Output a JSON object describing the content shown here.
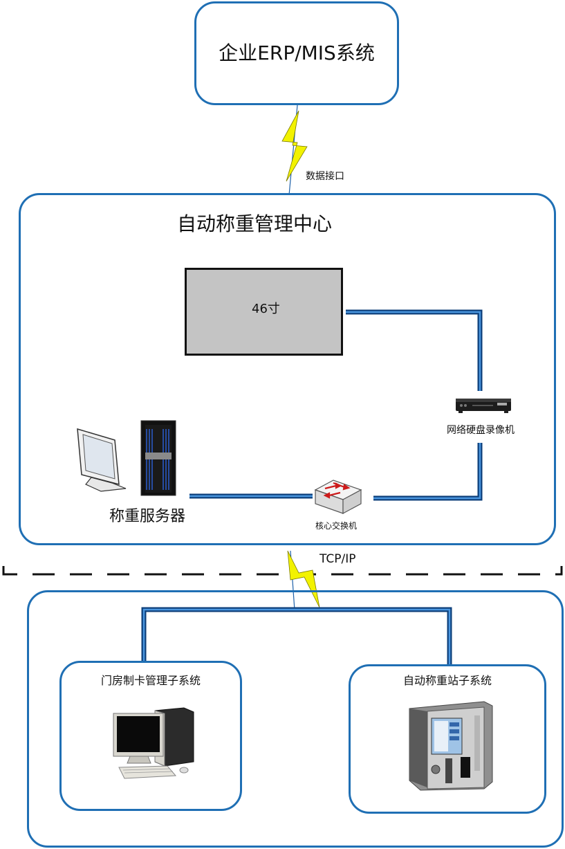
{
  "erp": {
    "title": "企业ERP/MIS系统"
  },
  "data_interface": {
    "label": "数据接口"
  },
  "center": {
    "title": "自动称重管理中心"
  },
  "tv": {
    "label": "46寸"
  },
  "nvr": {
    "label": "网络硬盘录像机"
  },
  "server": {
    "label": "称重服务器"
  },
  "switch": {
    "label": "核心交换机"
  },
  "network": {
    "label": "TCP/IP"
  },
  "gate": {
    "title": "门房制卡管理子系统"
  },
  "station": {
    "title": "自动称重站子系统"
  },
  "colors": {
    "border": "#1f6fb4",
    "line": "#1b5fa8",
    "bolt": "#f2f200",
    "monitor_fill": "#c4c4c4"
  }
}
